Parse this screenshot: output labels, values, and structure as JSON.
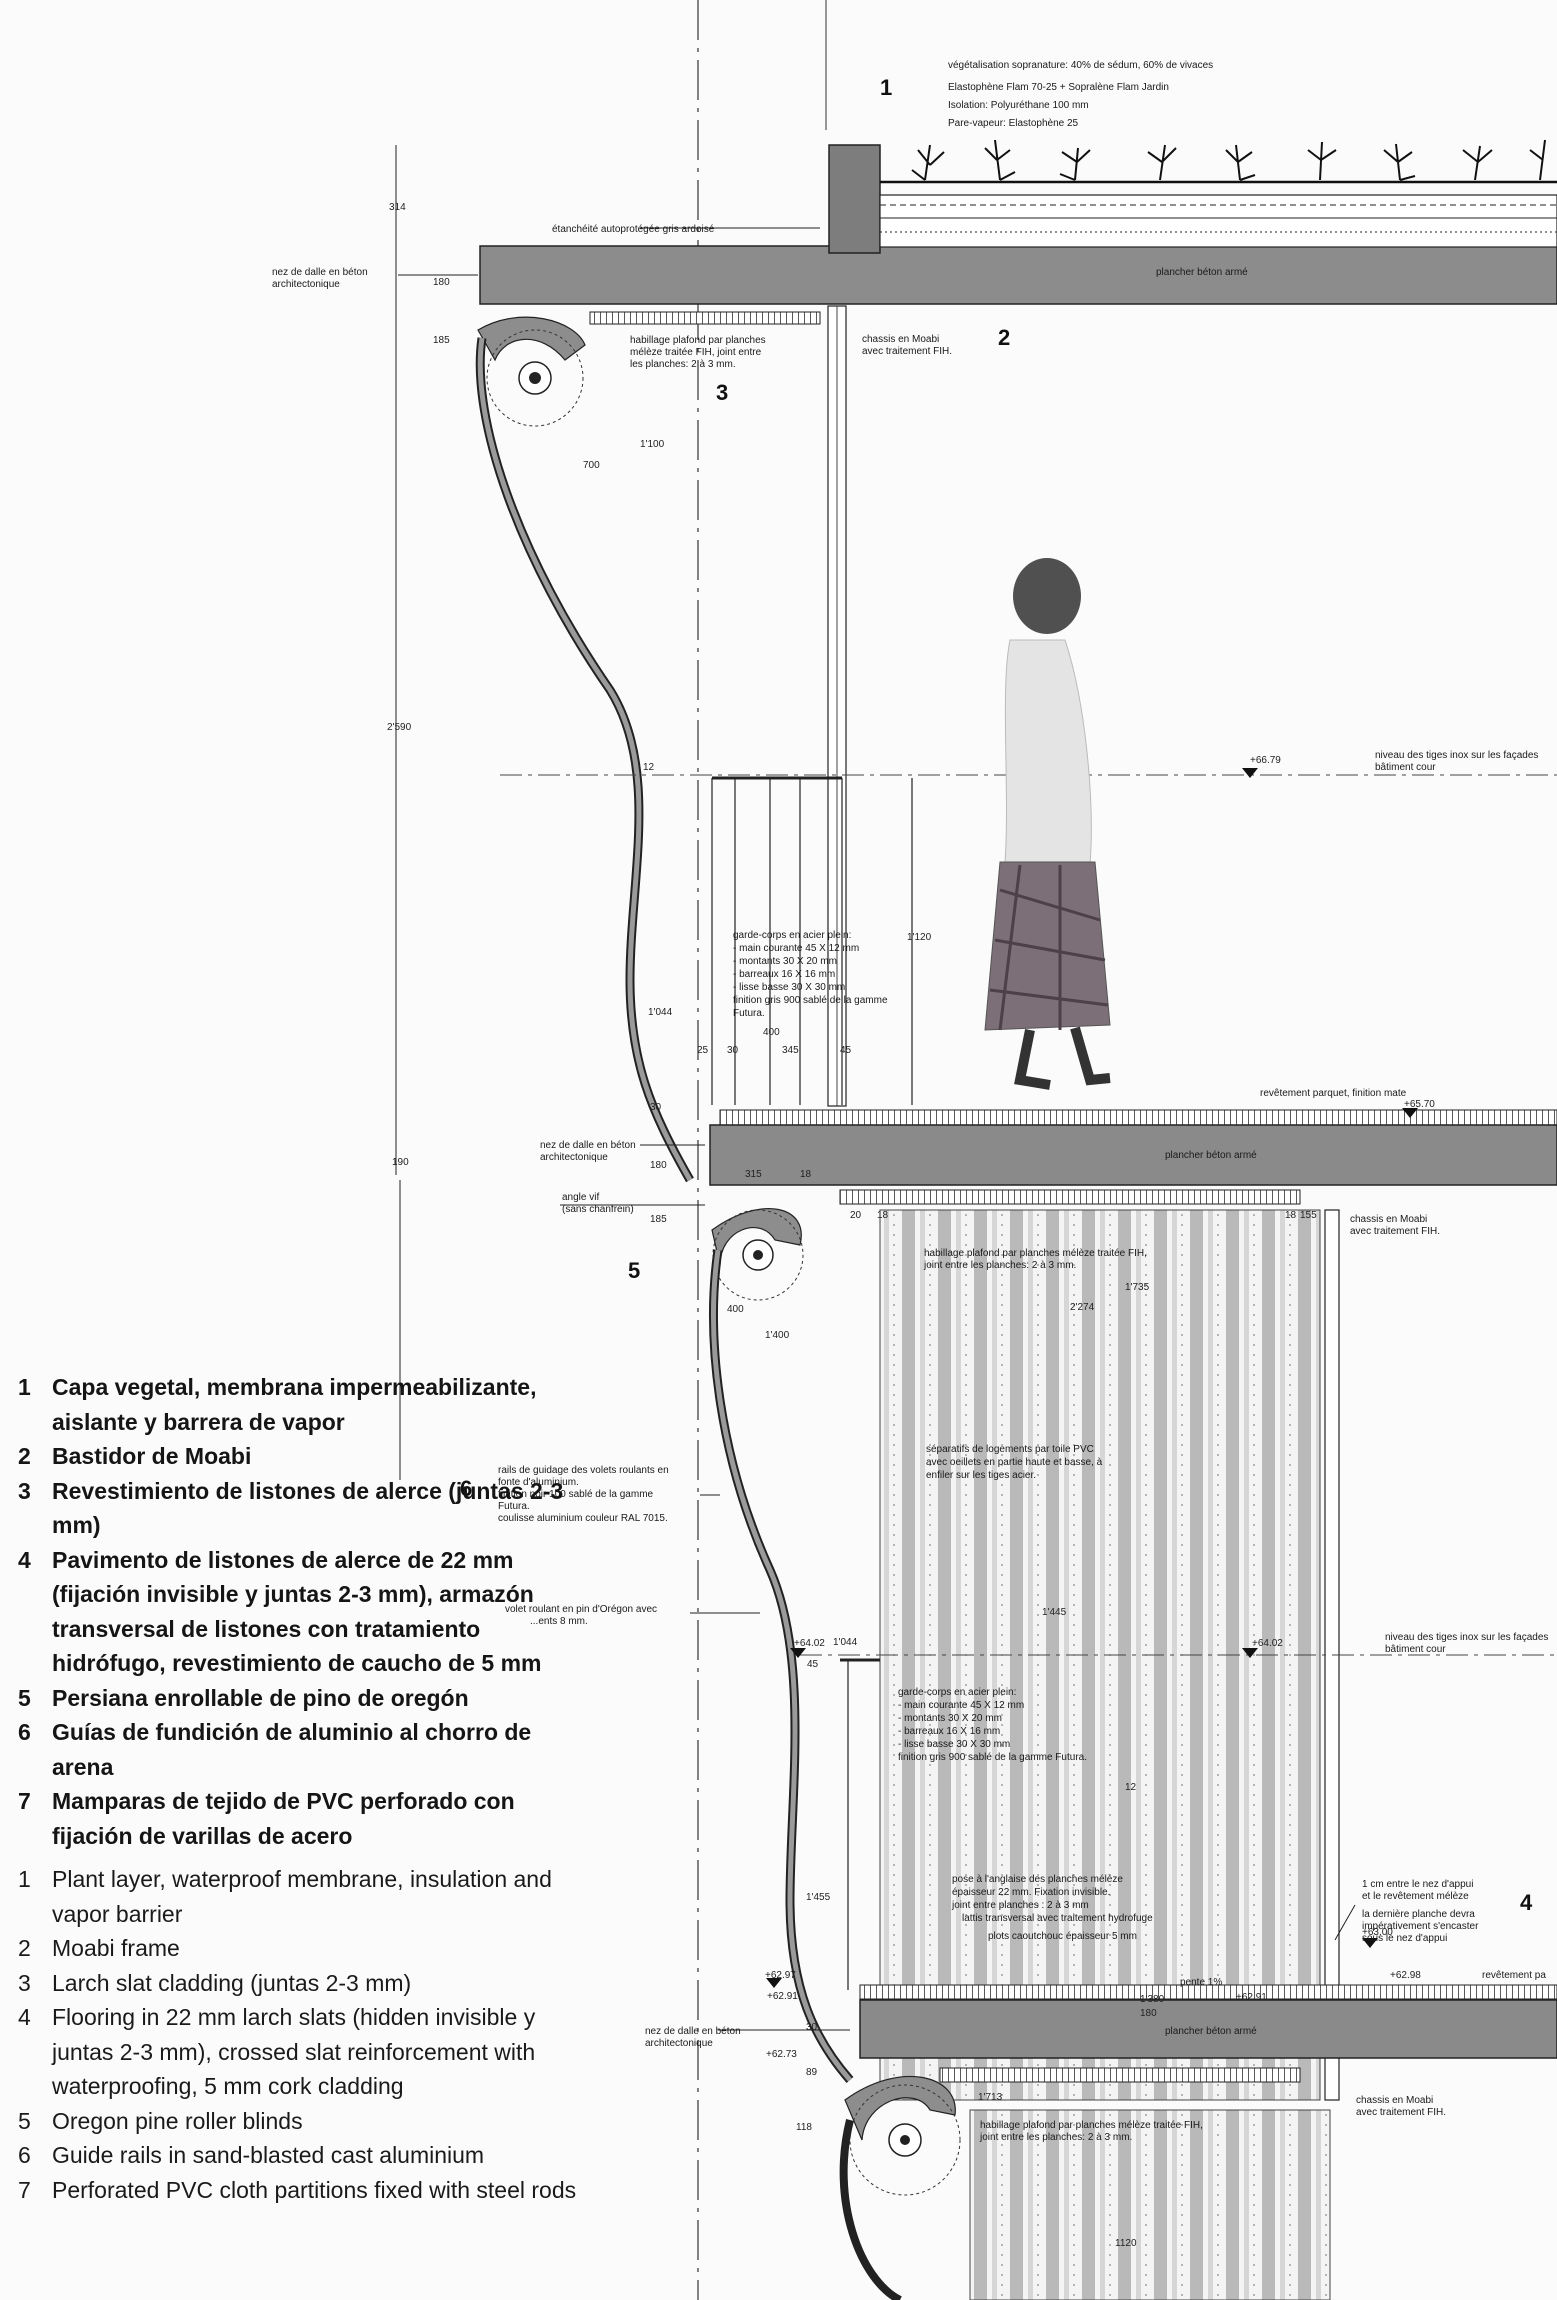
{
  "top_notes": [
    "végétalisation sopranature: 40% de sédum, 60% de vivaces",
    "Elastophène Flam 70-25 + Sopralène Flam Jardin",
    "Isolation: Polyuréthane 100 mm",
    "Pare-vapeur: Elastophène 25"
  ],
  "labels": {
    "etancheite": "étanchéité autoprotégée gris ardoisé",
    "nez_dalle_1": [
      "nez de dalle en béton",
      "architectonique"
    ],
    "plancher_1": "plancher béton armé",
    "chassis_1": [
      "chassis en Moabi",
      "avec traitement FIH."
    ],
    "habillage_1": [
      "habillage plafond par planches",
      "mélèze traitée FIH, joint entre",
      "les planches: 2 à 3 mm."
    ],
    "niveau_1": [
      "niveau des tiges inox sur les façades",
      "bâtiment cour"
    ],
    "garde_corps_1": [
      "garde-corps en acier plein:",
      "- main courante 45 X 12 mm",
      "- montants 30 X 20 mm",
      "- barreaux 16 X 16 mm",
      "- lisse basse 30 X 30 mm",
      "finition gris 900 sablé de la gamme",
      "Futura."
    ],
    "revetement_parquet": "revêtement parquet, finition mate",
    "nez_dalle_2": [
      "nez de dalle en béton",
      "architectonique"
    ],
    "plancher_2": "plancher béton armé",
    "angle_vif": [
      "angle vif",
      "(sans chanfrein)"
    ],
    "chassis_2": [
      "chassis en Moabi",
      "avec traitement FIH."
    ],
    "habillage_2": [
      "habillage plafond par planches mélèze traitée FIH,",
      "joint entre les planches: 2 à 3 mm."
    ],
    "rails": [
      "rails de guidage des volets roulants en",
      "fonte d'aluminium.",
      "finition noir 100 sablé de la gamme",
      "Futura.",
      "coulisse aluminium couleur RAL 7015."
    ],
    "separatifs": [
      "séparatifs de logements par toile PVC",
      "avec oeillets en partie haute et basse, à",
      "enfiler sur les tiges acier."
    ],
    "volet": [
      "volet roulant en pin d'Orégon avec",
      "...ents 8 mm."
    ],
    "niveau_2": [
      "niveau des tiges inox sur les façades",
      "bâtiment cour"
    ],
    "garde_corps_2": [
      "garde-corps en acier plein:",
      "- main courante 45 X 12 mm",
      "- montants 30 X 20 mm",
      "- barreaux 16 X 16 mm",
      "- lisse basse 30 X 30 mm",
      "finition gris 900 sablé de la gamme Futura."
    ],
    "pose": [
      "pose à l'anglaise des planches mélèze",
      "épaisseur 22 mm. Fixation invisible.",
      "joint entre planches : 2 à 3 mm",
      "lattis transversal avec traitement hydrofuge",
      "plots caoutchouc épaisseur 5 mm"
    ],
    "cm_note": [
      "1 cm entre le nez d'appui",
      "et le revêtement mélèze",
      "la dernière planche devra",
      "impérativement s'encaster",
      "sous le nez d'appui"
    ],
    "revetement_3": "revêtement pa",
    "pente": "pente 1%",
    "nez_dalle_3": [
      "nez de dalle en béton",
      "architectonique"
    ],
    "plancher_3": "plancher béton armé",
    "chassis_3": [
      "chassis en Moabi",
      "avec traitement FIH."
    ],
    "habillage_3": [
      "habillage plafond par planches mélèze traitée FIH,",
      "joint entre les planches: 2 à 3 mm."
    ]
  },
  "numbers": [
    "1",
    "2",
    "3",
    "4",
    "5",
    "6"
  ],
  "levels": [
    "+66.79",
    "+65.70",
    "+64.02",
    "+64.02",
    "+63.00",
    "+62.98",
    "+62.97",
    "+62.91",
    "+62.73",
    "+62.91"
  ],
  "dimensions": [
    "314",
    "180",
    "185",
    "2'590",
    "1'100",
    "700",
    "12",
    "1'120",
    "1'044",
    "400",
    "25",
    "30",
    "345",
    "45",
    "30",
    "180",
    "190",
    "185",
    "315",
    "18",
    "20",
    "18",
    "18",
    "155",
    "400",
    "1'400",
    "1'735",
    "2'274",
    "1'445",
    "12",
    "45",
    "1'044",
    "1'455",
    "1'380",
    "180",
    "30",
    "89",
    "118",
    "1'713",
    "1120"
  ],
  "legend_es": [
    {
      "num": "1",
      "text": "Capa vegetal, membrana impermeabilizante, aislante y barrera de vapor"
    },
    {
      "num": "2",
      "text": "Bastidor de Moabi"
    },
    {
      "num": "3",
      "text": "Revestimiento de listones de alerce (juntas 2-3 mm)"
    },
    {
      "num": "4",
      "text": "Pavimento de listones de alerce de 22 mm (fijación invisible y juntas 2-3 mm), armazón transversal de listones con tratamiento hidrófugo, revestimiento de caucho de 5 mm"
    },
    {
      "num": "5",
      "text": "Persiana enrollable de pino de oregón"
    },
    {
      "num": "6",
      "text": "Guías de fundición de aluminio al chorro de arena"
    },
    {
      "num": "7",
      "text": "Mamparas de tejido de PVC perforado con fijación de varillas de acero"
    }
  ],
  "legend_en": [
    {
      "num": "1",
      "text": "Plant layer, waterproof membrane, insulation and vapor barrier"
    },
    {
      "num": "2",
      "text": "Moabi frame"
    },
    {
      "num": "3",
      "text": "Larch slat cladding (juntas 2-3 mm)"
    },
    {
      "num": "4",
      "text": "Flooring in 22 mm larch slats (hidden invisible y juntas 2-3 mm), crossed slat reinforcement with waterproofing, 5 mm cork cladding"
    },
    {
      "num": "5",
      "text": "Oregon pine roller blinds"
    },
    {
      "num": "6",
      "text": "Guide rails in sand-blasted cast aluminium"
    },
    {
      "num": "7",
      "text": "Perforated PVC cloth partitions fixed with steel rods"
    }
  ]
}
